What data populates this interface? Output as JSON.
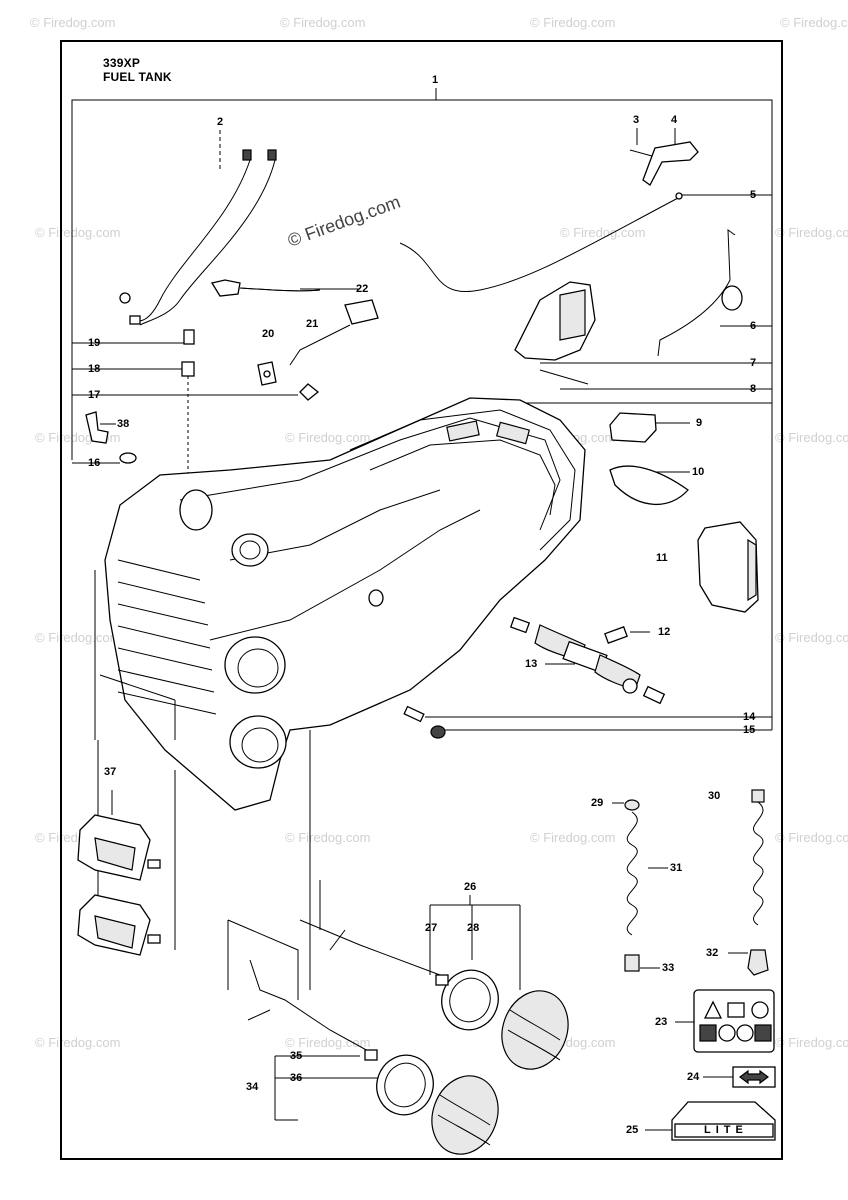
{
  "header": {
    "model": "339XP",
    "section": "FUEL TANK"
  },
  "watermarks": {
    "corner": "© Firedog.com",
    "center": "© Firedog.com"
  },
  "callouts": [
    "1",
    "2",
    "3",
    "4",
    "5",
    "6",
    "7",
    "8",
    "9",
    "10",
    "11",
    "12",
    "13",
    "14",
    "15",
    "16",
    "17",
    "18",
    "19",
    "20",
    "21",
    "22",
    "23",
    "24",
    "25",
    "26",
    "27",
    "28",
    "29",
    "30",
    "31",
    "32",
    "33",
    "34",
    "35",
    "36",
    "37",
    "38"
  ],
  "decal_text": "LITE"
}
